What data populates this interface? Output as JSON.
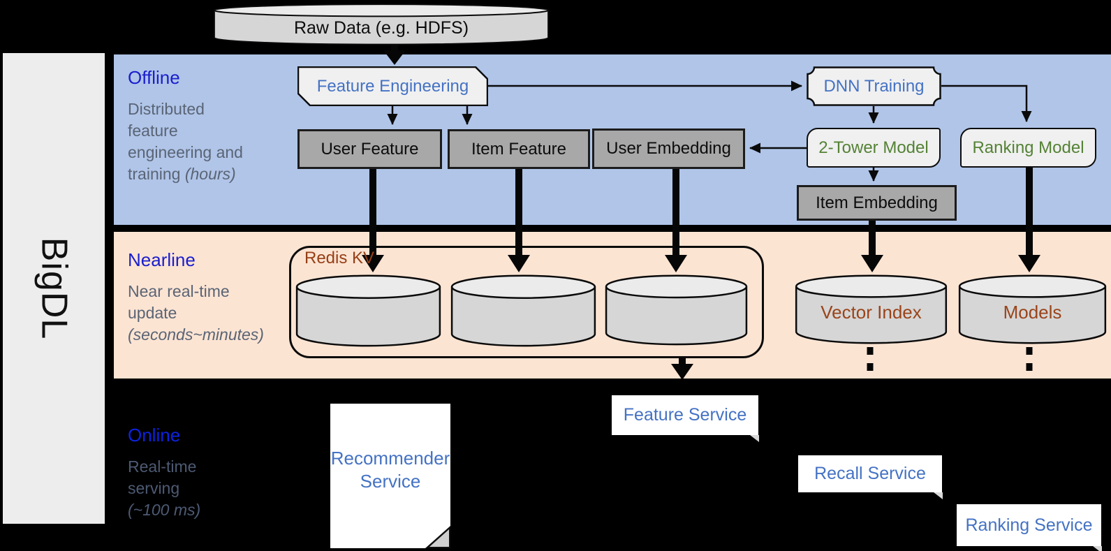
{
  "brand": "BigDL",
  "source_store": {
    "label": "Raw Data (e.g. HDFS)"
  },
  "sections": {
    "offline": {
      "title": "Offline",
      "line1": "Distributed",
      "line2": "feature",
      "line3": "engineering and",
      "tail_plain": "training ",
      "tail_italic": "(hours)"
    },
    "nearline": {
      "title": "Nearline",
      "line1": "Near real-time",
      "line2": "update",
      "tail_plain": "",
      "tail_italic": "(seconds~minutes)"
    },
    "online": {
      "title": "Online",
      "line1": "Real-time",
      "line2": "serving",
      "tail_plain": "",
      "tail_italic": "(~100 ms)"
    }
  },
  "nodes": {
    "feature_engineering": "Feature Engineering",
    "dnn_training": "DNN Training",
    "user_feature": "User Feature",
    "item_feature": "Item Feature",
    "user_embedding": "User Embedding",
    "two_tower_model": "2-Tower Model",
    "ranking_model": "Ranking Model",
    "item_embedding": "Item Embedding"
  },
  "stores": {
    "redis_kv": "Redis KV",
    "vector_index": "Vector Index",
    "models": "Models"
  },
  "services": {
    "recommender_line1": "Recommender",
    "recommender_line2": "Service",
    "feature_service": "Feature Service",
    "recall_service": "Recall Service",
    "ranking_service": "Ranking Service"
  },
  "colors": {
    "background": "#000000",
    "band_offline": "#b0c5e8",
    "band_nearline": "#fce4d3",
    "sidebar_fill": "#ededed",
    "node_gray_fill": "#a8a8a8",
    "node_light_fill": "#f0f0f0",
    "cylinder_fill": "#d6d6d6",
    "section_title_blue": "#1a1ecd",
    "section_desc_gray": "#5a6475",
    "node_text_blue": "#4472c4",
    "node_text_green": "#548235",
    "store_text_brown": "#963f16"
  }
}
